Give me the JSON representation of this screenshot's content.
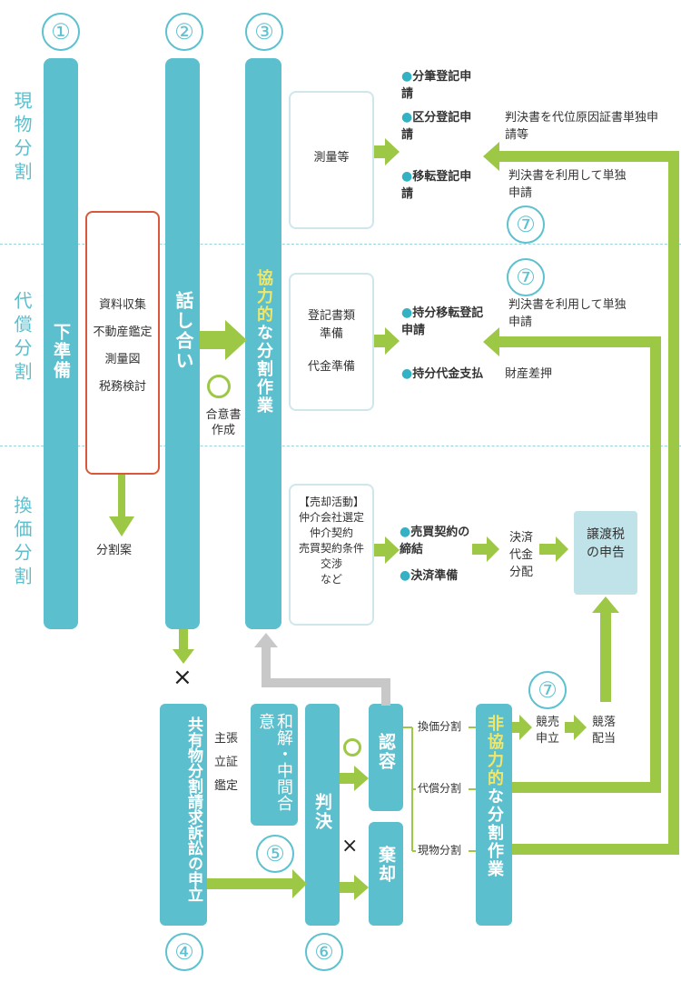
{
  "numbers": {
    "n1": "①",
    "n2": "②",
    "n3": "③",
    "n4": "④",
    "n5": "⑤",
    "n6": "⑥",
    "n7": "⑦"
  },
  "sections": {
    "genbutsu": "現物分割",
    "daisho": "代償分割",
    "kanka": "換価分割"
  },
  "steps": {
    "prep": "下準備",
    "talk": "話し合い",
    "coop": "協力的な分割作業",
    "suit": "共有物分割請求訴訟の申立",
    "settle": "和解・中間合意",
    "judge": "判決",
    "accept": "認容",
    "reject": "棄却",
    "noncoop": "非協力的な分割作業"
  },
  "prep_box": [
    "資料収集",
    "不動産鑑定",
    "測量図",
    "税務検討"
  ],
  "prep_out": "分割案",
  "agree": "合意書作成",
  "genbutsu": {
    "box": "測量等",
    "items": [
      "分筆登記申請",
      "区分登記申請",
      "移転登記申請"
    ],
    "right1": "判決書を代位原因証書単独申請等",
    "right2": "判決書を利用して単独申請"
  },
  "daisho": {
    "box1": "登記書類準備",
    "box2": "代金準備",
    "items": [
      "持分移転登記申請",
      "持分代金支払"
    ],
    "right1": "判決書を利用して単独申請",
    "right2": "財産差押"
  },
  "kanka": {
    "box_title": "【売却活動】",
    "box_lines": [
      "仲介会社選定",
      "仲介契約",
      "売買契約条件",
      "交渉",
      "など"
    ],
    "items": [
      "売買契約の締結",
      "決済準備"
    ],
    "settle": "決済代金分配",
    "tax": "譲渡税の申告"
  },
  "suit_side": [
    "主張",
    "立証",
    "鑑定"
  ],
  "branches": [
    "換価分割",
    "代償分割",
    "現物分割"
  ],
  "auction": "競売申立",
  "distribution": "競落配当",
  "marks": {
    "ok": "○",
    "ng": "×"
  },
  "colors": {
    "teal": "#5cbfcd",
    "green": "#9dc845",
    "red": "#d9583b",
    "yellow": "#f0e76a",
    "gray": "#c8c8c8"
  }
}
